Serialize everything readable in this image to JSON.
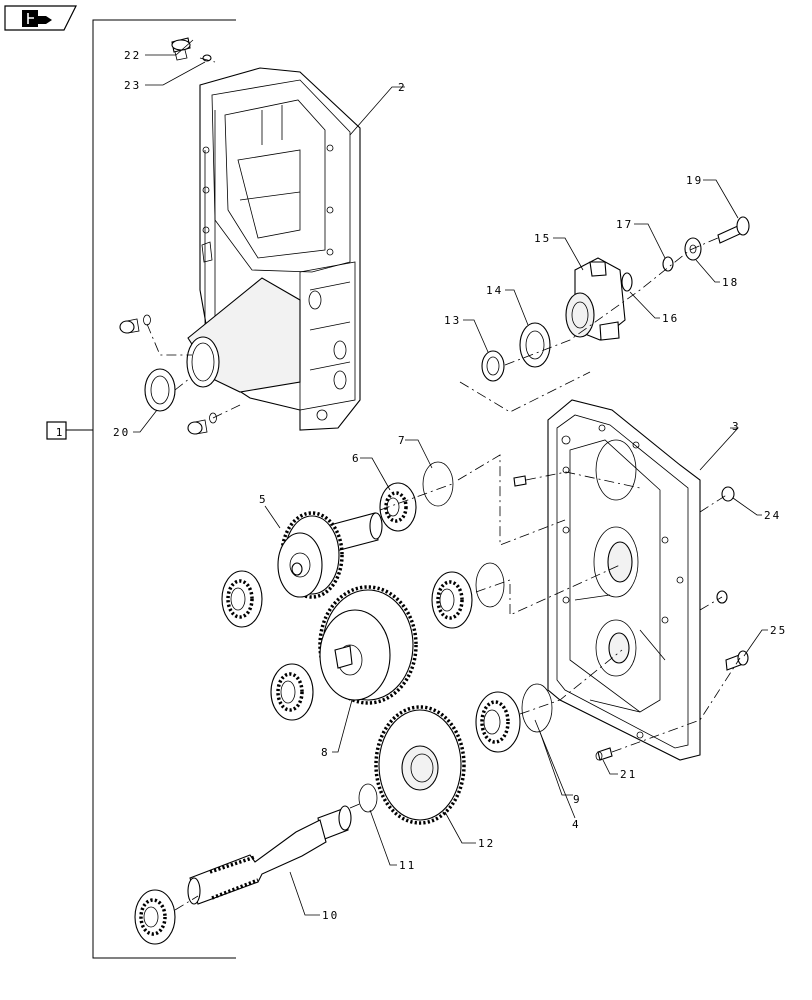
{
  "nav_icon": "bookmark-arrow-icon",
  "assembly": {
    "label": "1"
  },
  "callouts": [
    {
      "id": "c2",
      "text": "2"
    },
    {
      "id": "c3",
      "text": "3"
    },
    {
      "id": "c4",
      "text": "4"
    },
    {
      "id": "c5",
      "text": "5"
    },
    {
      "id": "c6",
      "text": "6"
    },
    {
      "id": "c7",
      "text": "7"
    },
    {
      "id": "c8",
      "text": "8"
    },
    {
      "id": "c9",
      "text": "9"
    },
    {
      "id": "c10",
      "text": "10"
    },
    {
      "id": "c11",
      "text": "11"
    },
    {
      "id": "c12",
      "text": "12"
    },
    {
      "id": "c13",
      "text": "13"
    },
    {
      "id": "c14",
      "text": "14"
    },
    {
      "id": "c15",
      "text": "15"
    },
    {
      "id": "c16",
      "text": "16"
    },
    {
      "id": "c17",
      "text": "17"
    },
    {
      "id": "c18",
      "text": "18"
    },
    {
      "id": "c19",
      "text": "19"
    },
    {
      "id": "c20",
      "text": "20"
    },
    {
      "id": "c21",
      "text": "21"
    },
    {
      "id": "c22",
      "text": "22"
    },
    {
      "id": "c23",
      "text": "23"
    },
    {
      "id": "c24",
      "text": "24"
    },
    {
      "id": "c25",
      "text": "25"
    }
  ]
}
